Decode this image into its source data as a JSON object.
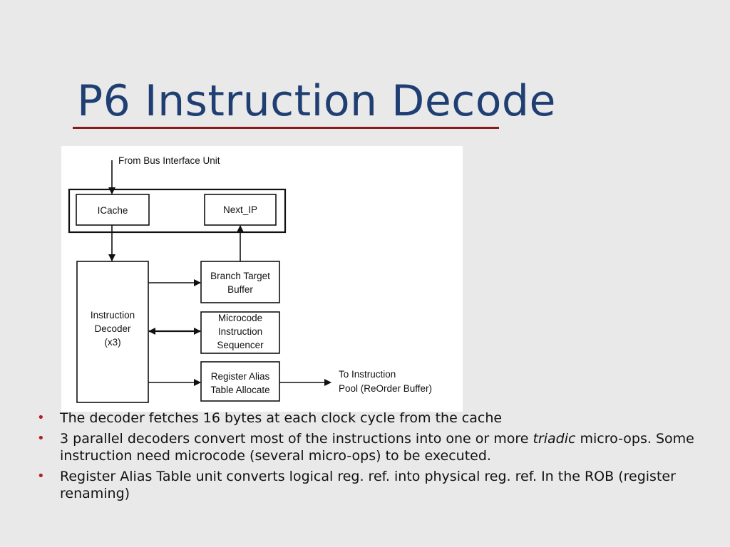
{
  "slide": {
    "title": "P6 Instruction Decode"
  },
  "diagram": {
    "from_bus_label": "From Bus Interface Unit",
    "icache_label": "ICache",
    "next_ip_label": "Next_IP",
    "btb_line1": "Branch Target",
    "btb_line2": "Buffer",
    "mis_line1": "Microcode",
    "mis_line2": "Instruction",
    "mis_line3": "Sequencer",
    "rat_line1": "Register Alias",
    "rat_line2": "Table Allocate",
    "decoder_line1": "Instruction",
    "decoder_line2": "Decoder",
    "decoder_line3": "(x3)",
    "to_pool_line1": "To Instruction",
    "to_pool_line2": "Pool (ReOrder Buffer)"
  },
  "bullets": [
    {
      "marker": "•",
      "text": "The decoder fetches 16 bytes at each clock cycle from the cache"
    },
    {
      "marker": "•",
      "text_before": "3 parallel decoders convert most of the instructions into one or more ",
      "text_italic": "triadic",
      "text_after": " micro-ops. Some instruction need microcode (several micro-ops) to be executed."
    },
    {
      "marker": "•",
      "text": "Register Alias Table unit converts logical reg. ref. into physical reg. ref. In the ROB (register renaming)"
    }
  ]
}
